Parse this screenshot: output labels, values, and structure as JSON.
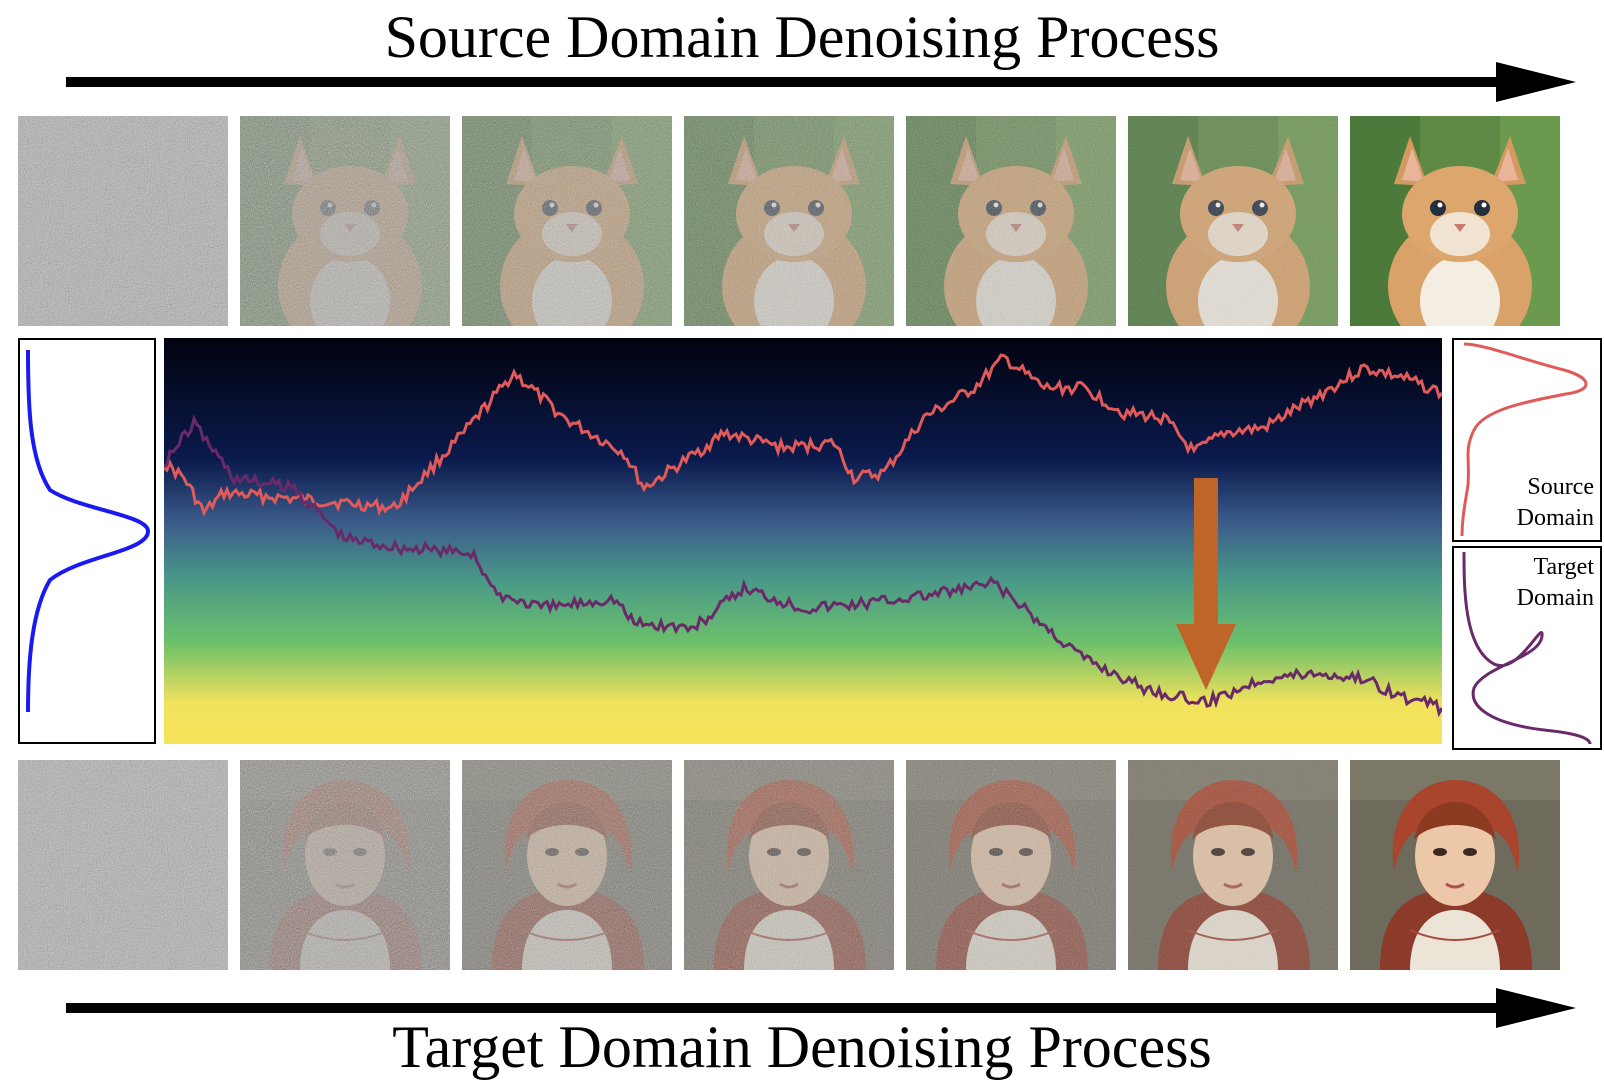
{
  "titles": {
    "top": "Source Domain Denoising Process",
    "bottom": "Target Domain Denoising Process"
  },
  "source_strip": {
    "subject": "kitten",
    "steps": [
      {
        "noise": 1.0
      },
      {
        "noise": 0.85
      },
      {
        "noise": 0.6
      },
      {
        "noise": 0.5
      },
      {
        "noise": 0.4
      },
      {
        "noise": 0.2
      },
      {
        "noise": 0.0
      }
    ]
  },
  "target_strip": {
    "subject": "painted-portrait",
    "steps": [
      {
        "noise": 1.0
      },
      {
        "noise": 0.85
      },
      {
        "noise": 0.6
      },
      {
        "noise": 0.5
      },
      {
        "noise": 0.4
      },
      {
        "noise": 0.2
      },
      {
        "noise": 0.0
      }
    ]
  },
  "distributions": {
    "source_label": "Source Domain",
    "target_label": "Target Domain",
    "colors": {
      "prior": "#1a1af0",
      "source": "#e05a5a",
      "target": "#6a2a6a",
      "shift_arrow": "#c0652a",
      "gradient_top": "#02030f",
      "gradient_mid_blue": "#22306a",
      "gradient_green": "#5cb870",
      "gradient_yellow": "#f4e05a"
    }
  }
}
